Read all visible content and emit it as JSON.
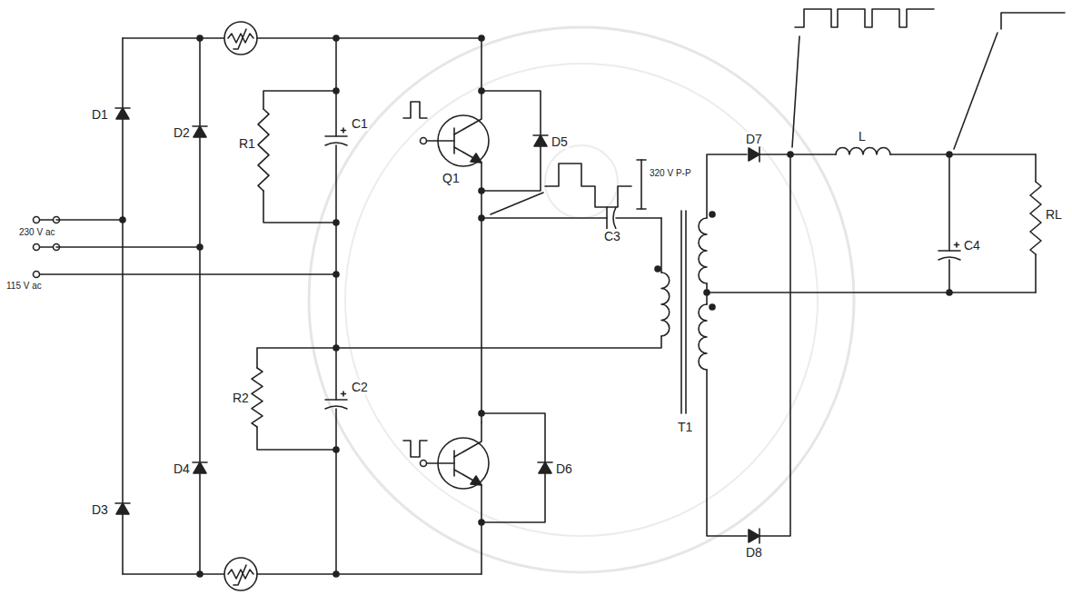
{
  "diagram": {
    "labels": [
      "D1",
      "D2",
      "D3",
      "D4",
      "R1",
      "C1",
      "R2",
      "C2",
      "Q1",
      "D5",
      "D6",
      "C3",
      "T1",
      "D7",
      "D8",
      "L",
      "C4",
      "RL",
      "230 V ac",
      "115 V ac",
      "320 V P-P"
    ]
  }
}
